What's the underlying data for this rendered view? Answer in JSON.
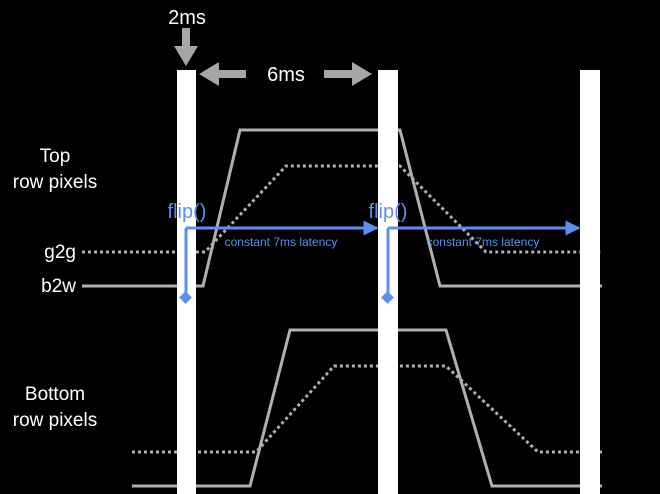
{
  "labels": {
    "frame_time": "2ms",
    "interval": "6ms",
    "top_row_line1": "Top",
    "top_row_line2": "row pixels",
    "bottom_row_line1": "Bottom",
    "bottom_row_line2": "row pixels",
    "g2g": "g2g",
    "b2w": "b2w",
    "flip_1": "flip()",
    "flip_2": "flip()",
    "latency_1": "constant 7ms latency",
    "latency_2": "constant 7ms latency"
  },
  "colors": {
    "background": "#000000",
    "bar": "#ffffff",
    "waveform": "#b0b0b0",
    "dimension_arrow": "#a6a6a6",
    "flip": "#5b8ff0"
  }
}
